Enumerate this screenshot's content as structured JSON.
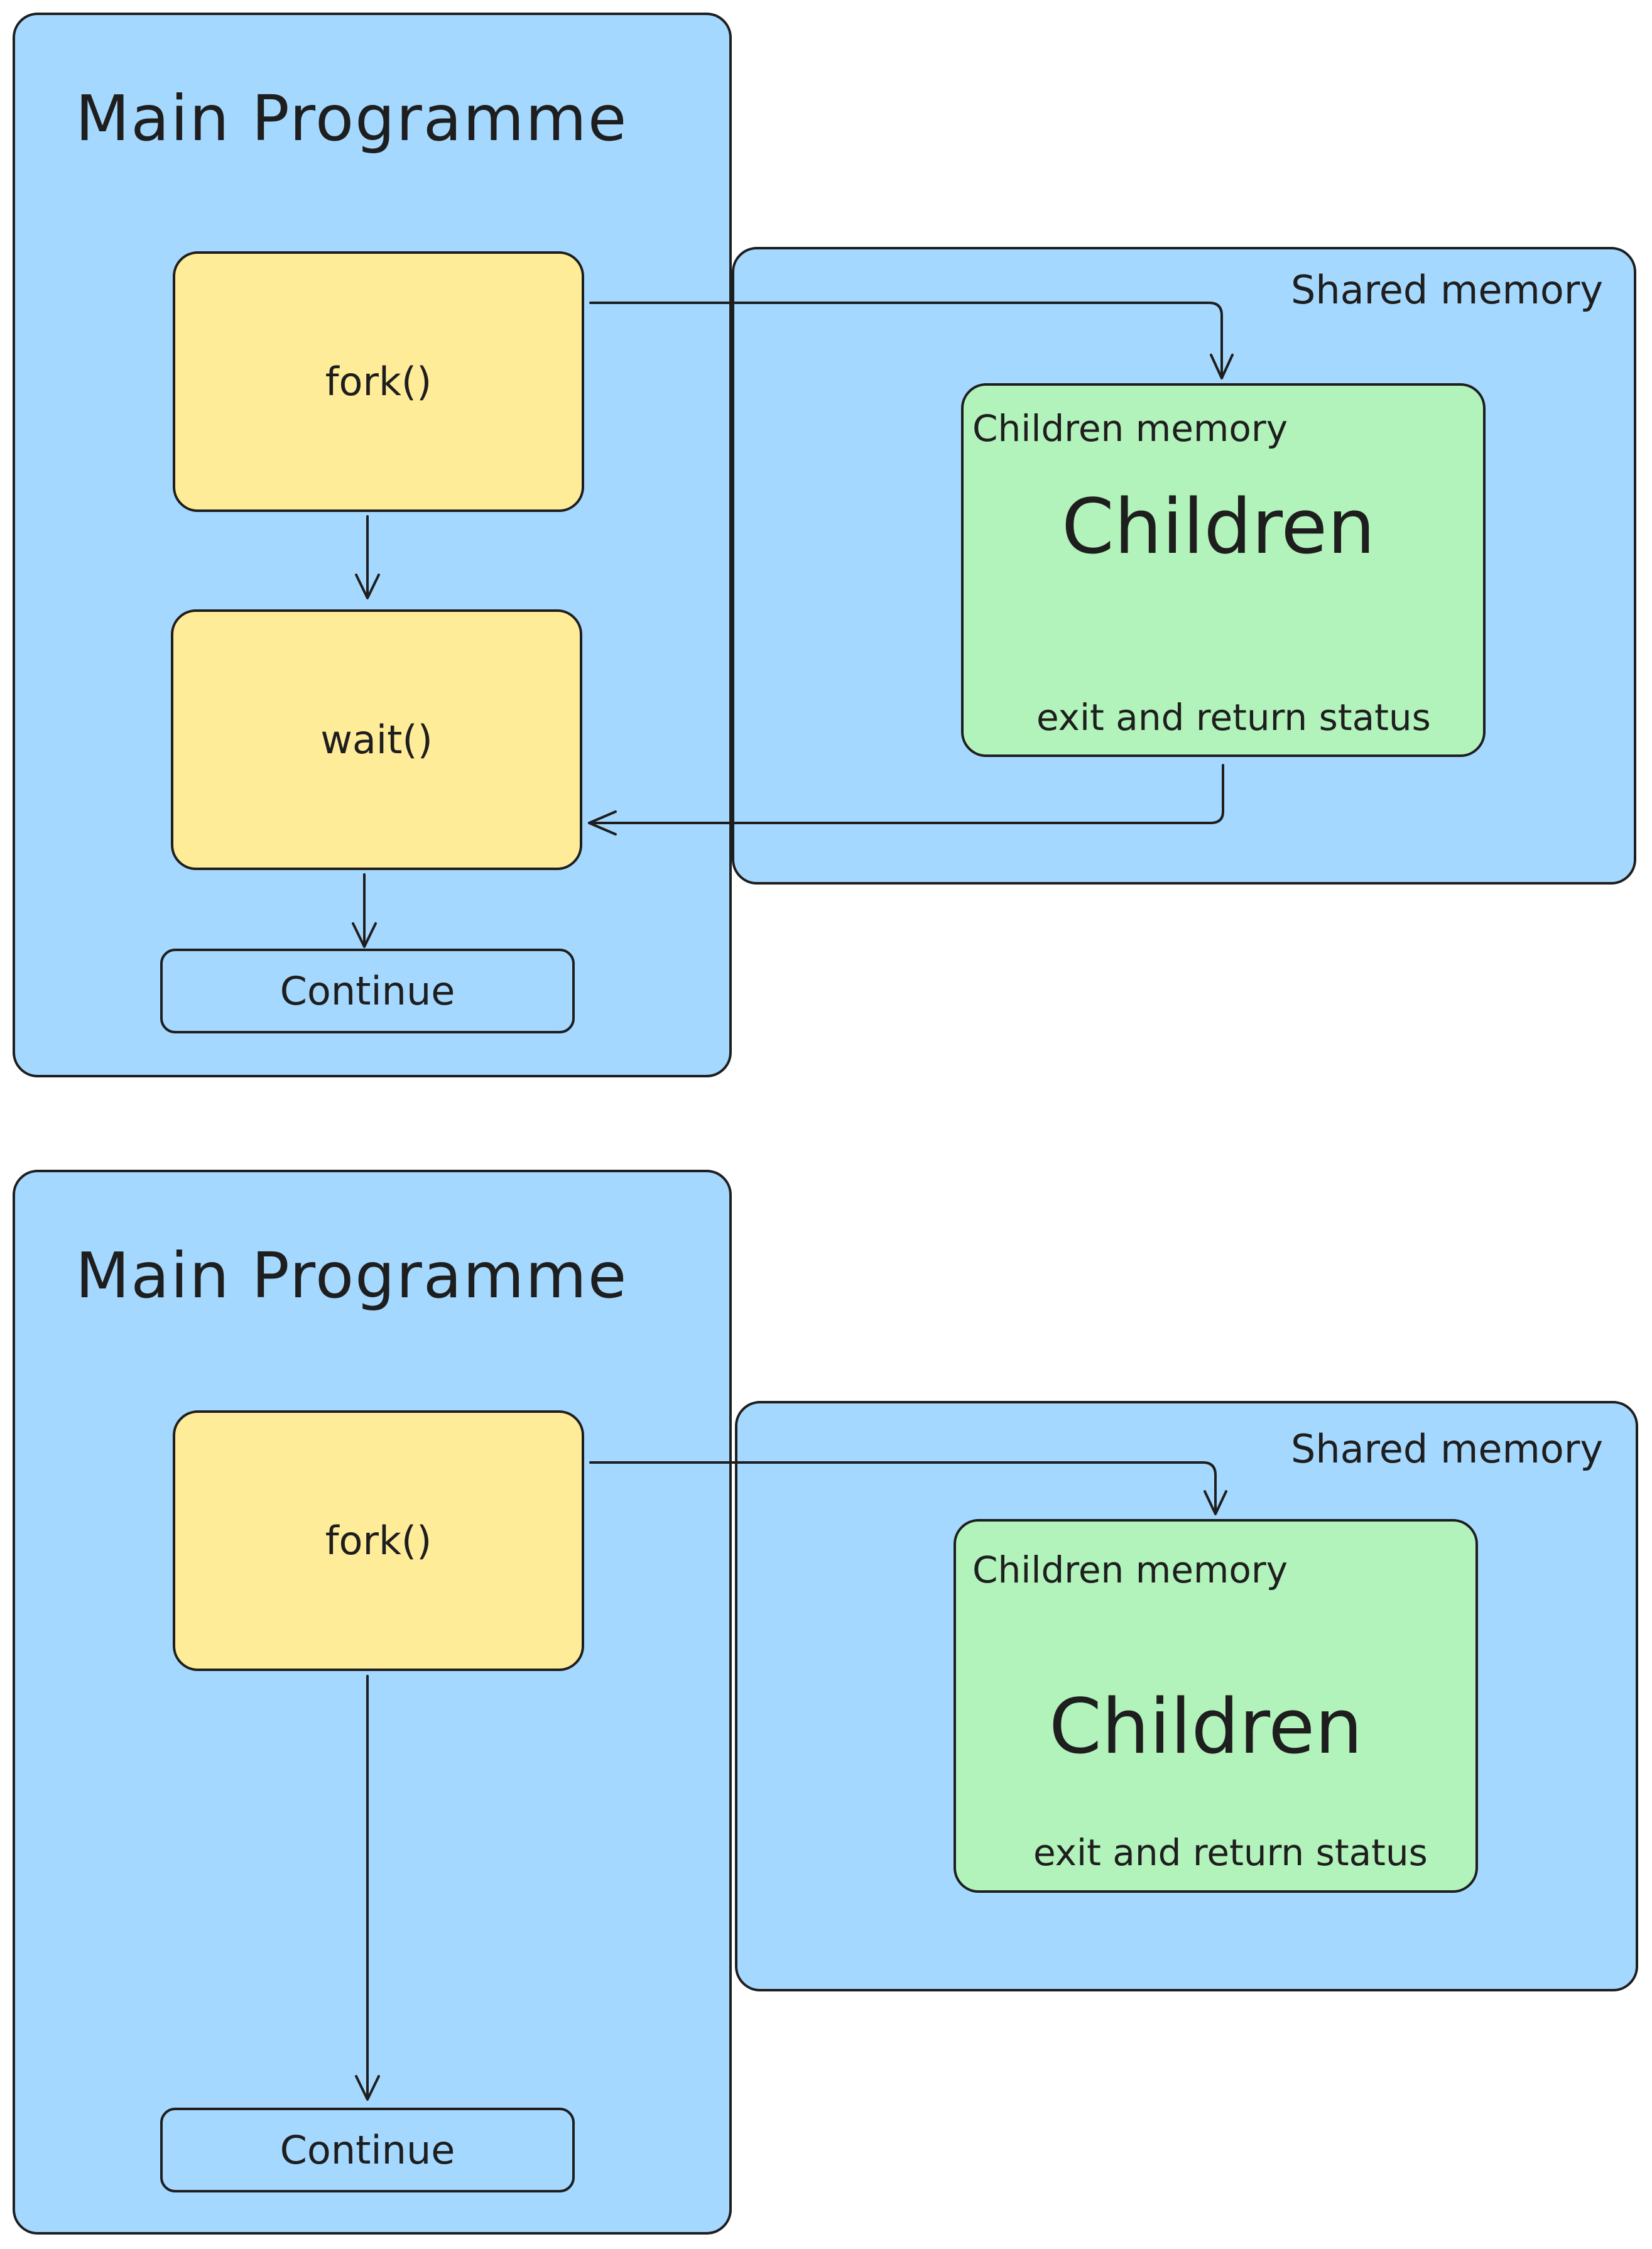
{
  "diagrams": [
    {
      "title": "Main Programme",
      "fork_label": "fork()",
      "wait_label": "wait()",
      "continue_label": "Continue",
      "shared_memory_label": "Shared memory",
      "children_memory_label": "Children memory",
      "children_label": "Children",
      "exit_label": "exit and return status"
    },
    {
      "title": "Main Programme",
      "fork_label": "fork()",
      "continue_label": "Continue",
      "shared_memory_label": "Shared memory",
      "children_memory_label": "Children memory",
      "children_label": "Children",
      "exit_label": "exit and return status"
    }
  ],
  "colors": {
    "main_panel": "#a5d8ff",
    "process_box": "#ffec99",
    "children_box": "#b2f2bb",
    "stroke": "#1e1e1e"
  }
}
